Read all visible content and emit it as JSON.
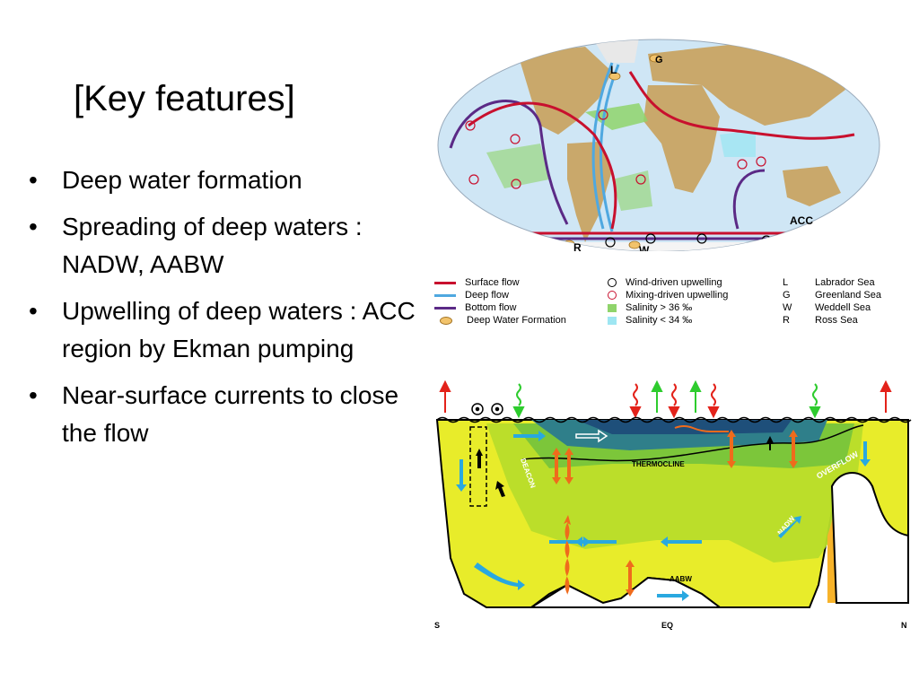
{
  "slide": {
    "title": "[Key features]",
    "bullets": [
      "Deep water formation",
      "Spreading of deep waters : NADW, AABW",
      "Upwelling of deep waters : ACC region by Ekman pumping",
      "Near-surface currents to close the flow"
    ]
  },
  "map": {
    "labels": {
      "L": "L",
      "G": "G",
      "R": "R",
      "W": "W",
      "ACC": "ACC"
    }
  },
  "legend": {
    "col1": [
      "Surface flow",
      "Deep flow",
      "Bottom flow",
      "Deep Water Formation"
    ],
    "col2": [
      "Wind-driven upwelling",
      "Mixing-driven upwelling",
      "Salinity > 36 ‰",
      "Salinity < 34 ‰"
    ],
    "col3_codes": [
      "L",
      "G",
      "W",
      "R"
    ],
    "col3_names": [
      "Labrador Sea",
      "Greenland Sea",
      "Weddell Sea",
      "Ross Sea"
    ],
    "colors": {
      "surface": "#c8102e",
      "deep": "#4fa8e0",
      "bottom": "#5b2a86",
      "formation": "#f2c36b",
      "salty": "#8fd46b",
      "fresh": "#9ee6f2"
    }
  },
  "section": {
    "thermocline": "THERMOCLINE",
    "overflow": "OVERFLOW",
    "deacon": "DEACON",
    "nadw": "NADW",
    "aabw": "AABW",
    "axis": {
      "south": "S",
      "eq": "EQ",
      "north": "N"
    }
  }
}
